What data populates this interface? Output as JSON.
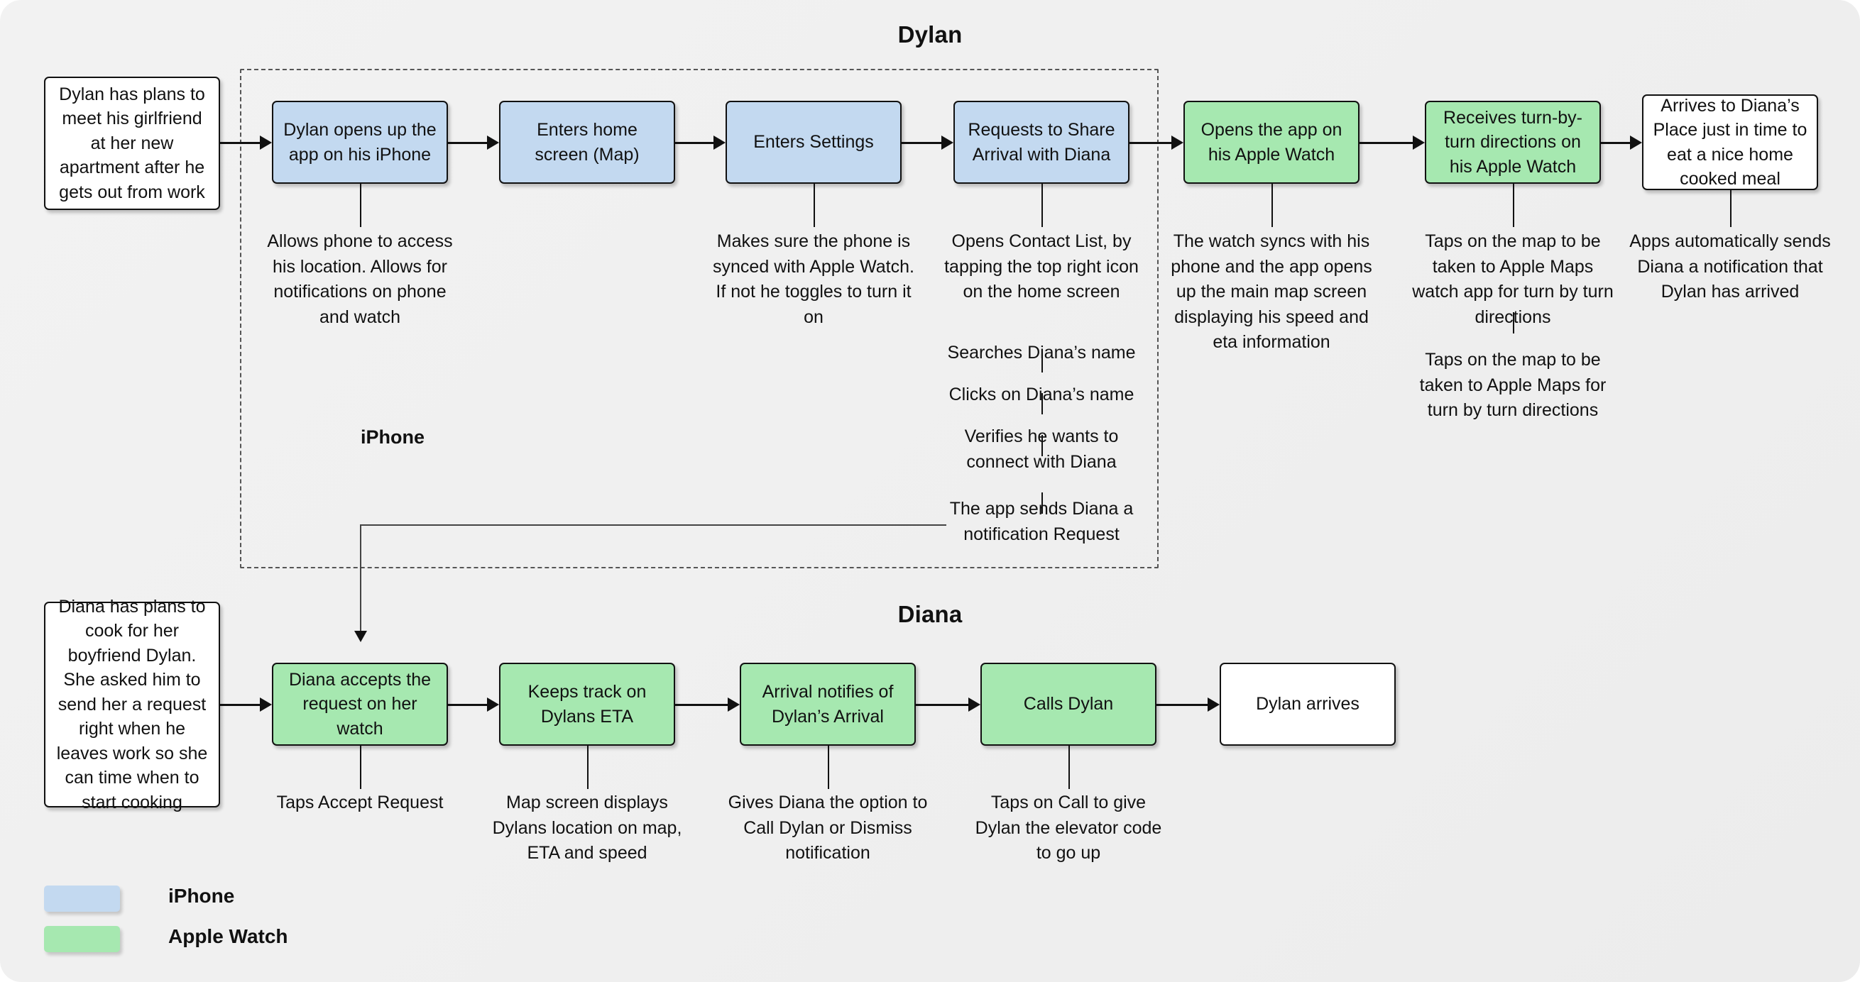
{
  "colors": {
    "iphone_fill": "#c3d9f0",
    "watch_fill": "#a6e8b0",
    "plain_fill": "#ffffff",
    "stroke": "#111111",
    "canvas": "#f0f0f0"
  },
  "lanes": [
    {
      "title": "Dylan"
    },
    {
      "title": "Diana"
    }
  ],
  "region": {
    "label": "iPhone"
  },
  "dylan_row": {
    "nodes": [
      {
        "id": "dylan-start",
        "kind": "plain",
        "text": "Dylan has plans to meet his girlfriend at her new apartment after he gets out from work"
      },
      {
        "id": "opens-app-phone",
        "kind": "iphone",
        "text": "Dylan opens up the app on his iPhone"
      },
      {
        "id": "home-screen",
        "kind": "iphone",
        "text": "Enters home screen (Map)"
      },
      {
        "id": "enters-settings",
        "kind": "iphone",
        "text": "Enters Settings"
      },
      {
        "id": "requests-share",
        "kind": "iphone",
        "text": "Requests to Share Arrival with Diana"
      },
      {
        "id": "opens-app-watch",
        "kind": "watch",
        "text": "Opens the app on his Apple Watch"
      },
      {
        "id": "turn-by-turn",
        "kind": "watch",
        "text": "Receives turn-by-turn directions on his Apple Watch"
      },
      {
        "id": "arrives",
        "kind": "plain",
        "text": "Arrives to Diana’s Place just in time to eat a nice home cooked meal"
      }
    ],
    "notes": [
      {
        "for": "opens-app-phone",
        "text": "Allows phone to access his location. Allows for notifications on phone and watch"
      },
      {
        "for": "enters-settings",
        "text": "Makes sure the phone is synced with Apple Watch. If not he toggles to turn it on"
      },
      {
        "for": "requests-share",
        "text": "Opens Contact List, by tapping the top right icon on the home screen"
      },
      {
        "for": "requests-share",
        "text": "Searches Diana’s name"
      },
      {
        "for": "requests-share",
        "text": "Clicks on Diana’s name"
      },
      {
        "for": "requests-share",
        "text": "Verifies he wants to connect with Diana"
      },
      {
        "for": "requests-share",
        "text": "The app sends Diana a notification Request"
      },
      {
        "for": "opens-app-watch",
        "text": "The watch syncs with his phone and the app opens up the main map screen displaying his speed and eta information"
      },
      {
        "for": "turn-by-turn",
        "text": "Taps on the map to be taken to Apple Maps watch app for turn by turn directions"
      },
      {
        "for": "turn-by-turn",
        "text": "Taps on the map to be taken to Apple Maps for turn by turn directions"
      },
      {
        "for": "arrives",
        "text": "Apps automatically sends Diana a notification that Dylan has arrived"
      }
    ]
  },
  "diana_row": {
    "nodes": [
      {
        "id": "diana-start",
        "kind": "plain",
        "text": "Diana has plans to cook for her boyfriend Dylan. She asked him to send her a request right when he leaves work so she can time when to start cooking"
      },
      {
        "id": "accepts-request",
        "kind": "watch",
        "text": "Diana accepts the request on her watch"
      },
      {
        "id": "keeps-track",
        "kind": "watch",
        "text": "Keeps track on Dylans ETA"
      },
      {
        "id": "arrival-notify",
        "kind": "watch",
        "text": "Arrival notifies of Dylan’s Arrival"
      },
      {
        "id": "calls-dylan",
        "kind": "watch",
        "text": "Calls Dylan"
      },
      {
        "id": "dylan-arrives",
        "kind": "plain",
        "text": "Dylan arrives"
      }
    ],
    "notes": [
      {
        "for": "accepts-request",
        "text": "Taps Accept Request"
      },
      {
        "for": "keeps-track",
        "text": "Map screen displays Dylans location on map, ETA and speed"
      },
      {
        "for": "arrival-notify",
        "text": "Gives Diana the option to Call Dylan or Dismiss notification"
      },
      {
        "for": "calls-dylan",
        "text": "Taps on Call to give Dylan the elevator code to go up"
      }
    ]
  },
  "legend": {
    "items": [
      {
        "label": "iPhone",
        "color": "#c3d9f0"
      },
      {
        "label": "Apple Watch",
        "color": "#a6e8b0"
      }
    ]
  }
}
